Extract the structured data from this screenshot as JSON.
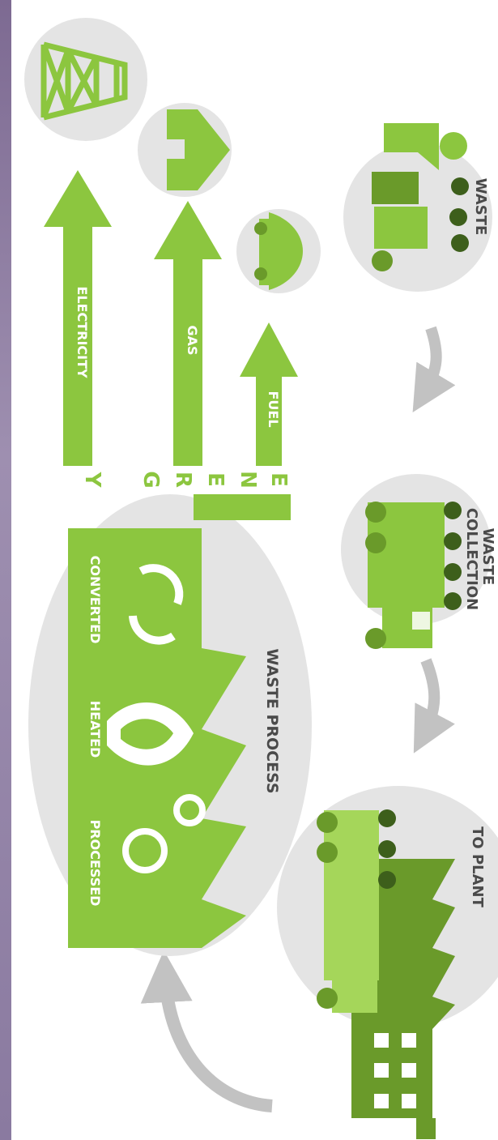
{
  "diagram": {
    "steps": {
      "waste": [
        "WASTE"
      ],
      "collection": [
        "WASTE",
        "COLLECTION"
      ],
      "to_plant": [
        "TO PLANT"
      ],
      "process": "WASTE PROCESS"
    },
    "process_labels": [
      "CONVERTED",
      "HEATED",
      "PROCESSED"
    ],
    "energy_outputs": [
      "FUEL",
      "GAS",
      "ELECTRICITY"
    ],
    "energy_letters": [
      "E",
      "N",
      "E",
      "R",
      "G",
      "Y"
    ]
  },
  "colors": {
    "green": "#8cc63f",
    "dark_green": "#6a9a2a",
    "circle_gray": "#e4e4e4",
    "arrow_gray": "#c2c2c2",
    "text_dark": "#4a4a4a",
    "sidebar_purple": "#8a7aa0"
  }
}
